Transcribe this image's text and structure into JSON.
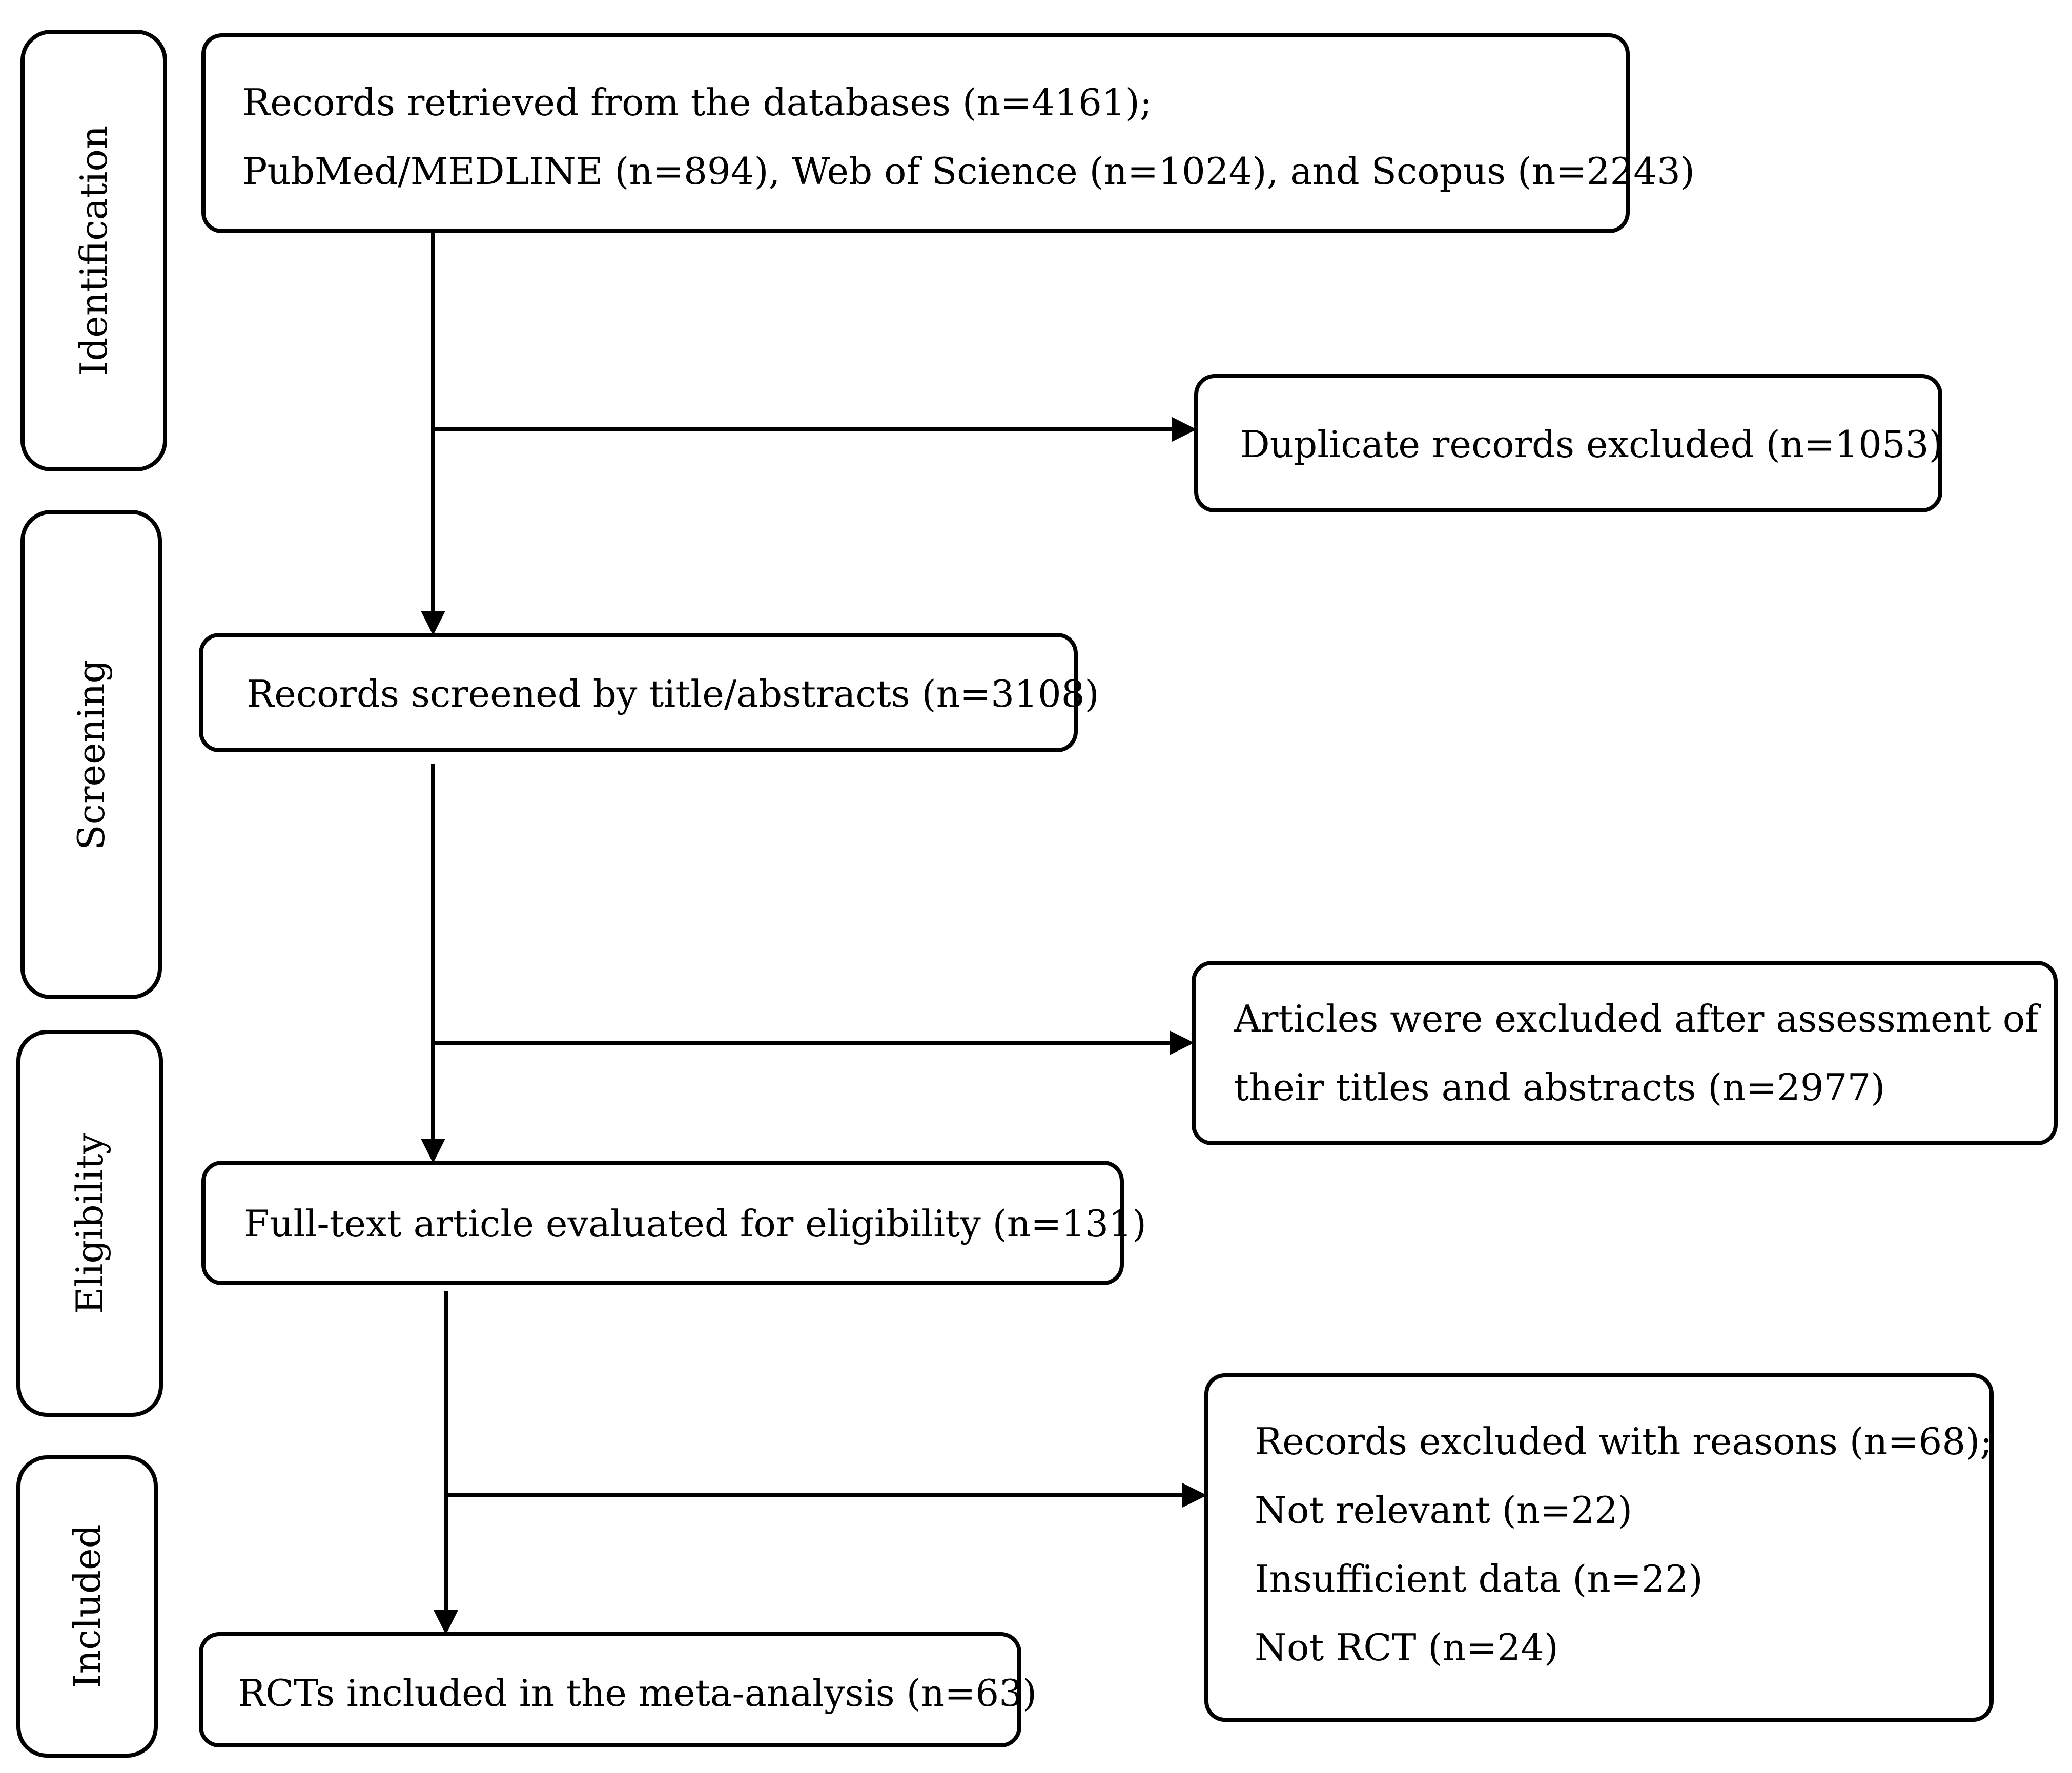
{
  "stages": {
    "identification": "Identification",
    "screening": "Screening",
    "eligibility": "Eligibility",
    "included": "Included"
  },
  "boxes": {
    "records_retrieved": {
      "line1": "Records retrieved from the databases (n=4161);",
      "line2": "PubMed/MEDLINE (n=894), Web of Science (n=1024), and Scopus (n=2243)"
    },
    "duplicates_excluded": "Duplicate records excluded (n=1053)",
    "records_screened": "Records screened by title/abstracts (n=3108)",
    "articles_excluded": {
      "line1": "Articles were excluded after assessment of",
      "line2": "their titles and abstracts (n=2977)"
    },
    "full_text_evaluated": "Full-text article evaluated for eligibility (n=131)",
    "records_excluded_reasons": {
      "line1": "Records excluded with reasons (n=68);",
      "line2": "Not relevant (n=22)",
      "line3": "Insufficient data (n=22)",
      "line4": "Not RCT (n=24)"
    },
    "rcts_included": "RCTs included in the meta-analysis (n=63)"
  }
}
